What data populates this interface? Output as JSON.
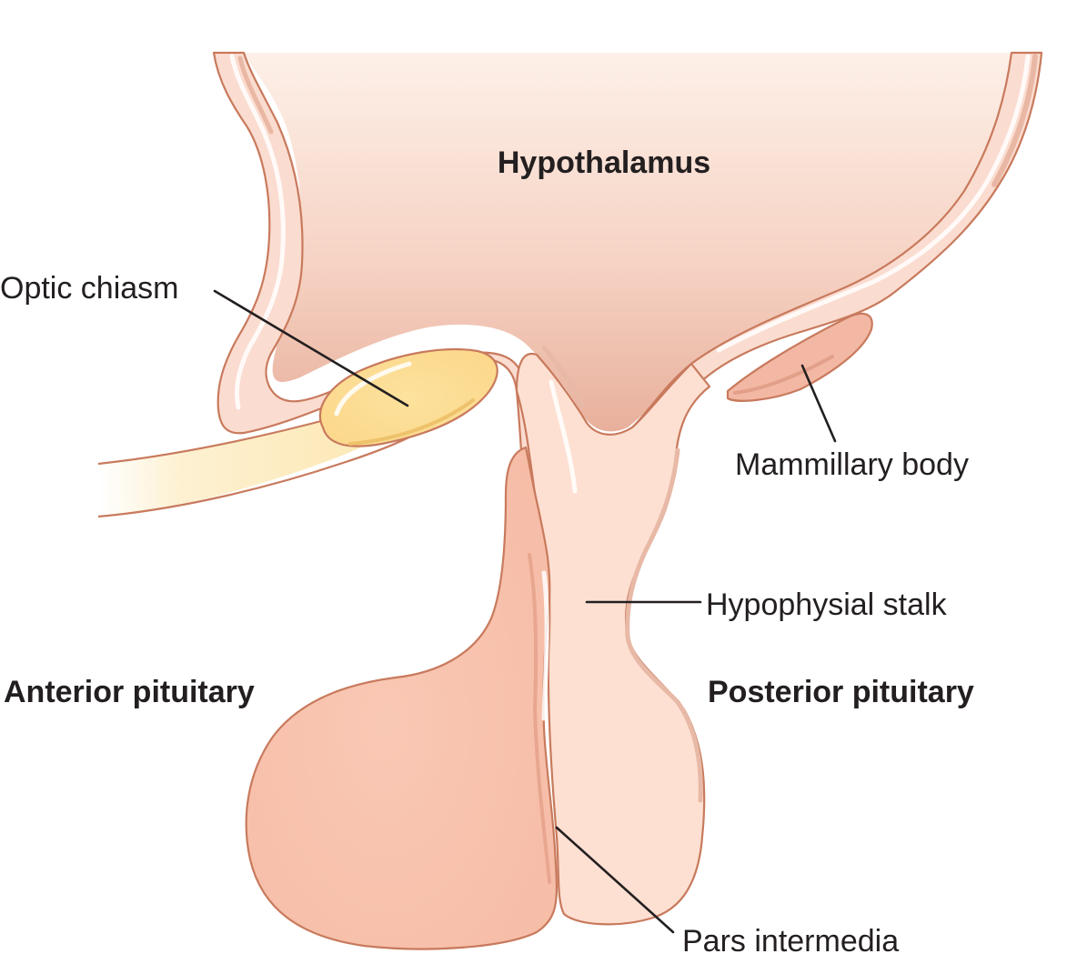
{
  "labels": {
    "hypothalamus": "Hypothalamus",
    "optic_chiasm": "Optic chiasm",
    "mammillary_body": "Mammillary body",
    "hypophysial_stalk": "Hypophysial stalk",
    "anterior_pituitary": "Anterior pituitary",
    "posterior_pituitary": "Posterior pituitary",
    "pars_intermedia": "Pars intermedia"
  },
  "colors": {
    "outline": "#c87a5d",
    "hypothalamus_fill_top": "#fbe3d6",
    "hypothalamus_fill_bottom": "#eab7a4",
    "wall": "#fbdcd0",
    "posterior_fill": "#fde0d2",
    "anterior_fill": "#f8c5b1",
    "mammillary_fill": "#f3b8a4",
    "optic_fill": "#fbe1a0",
    "optic_nerve_fill": "#fdeab8",
    "text": "#231f20"
  }
}
